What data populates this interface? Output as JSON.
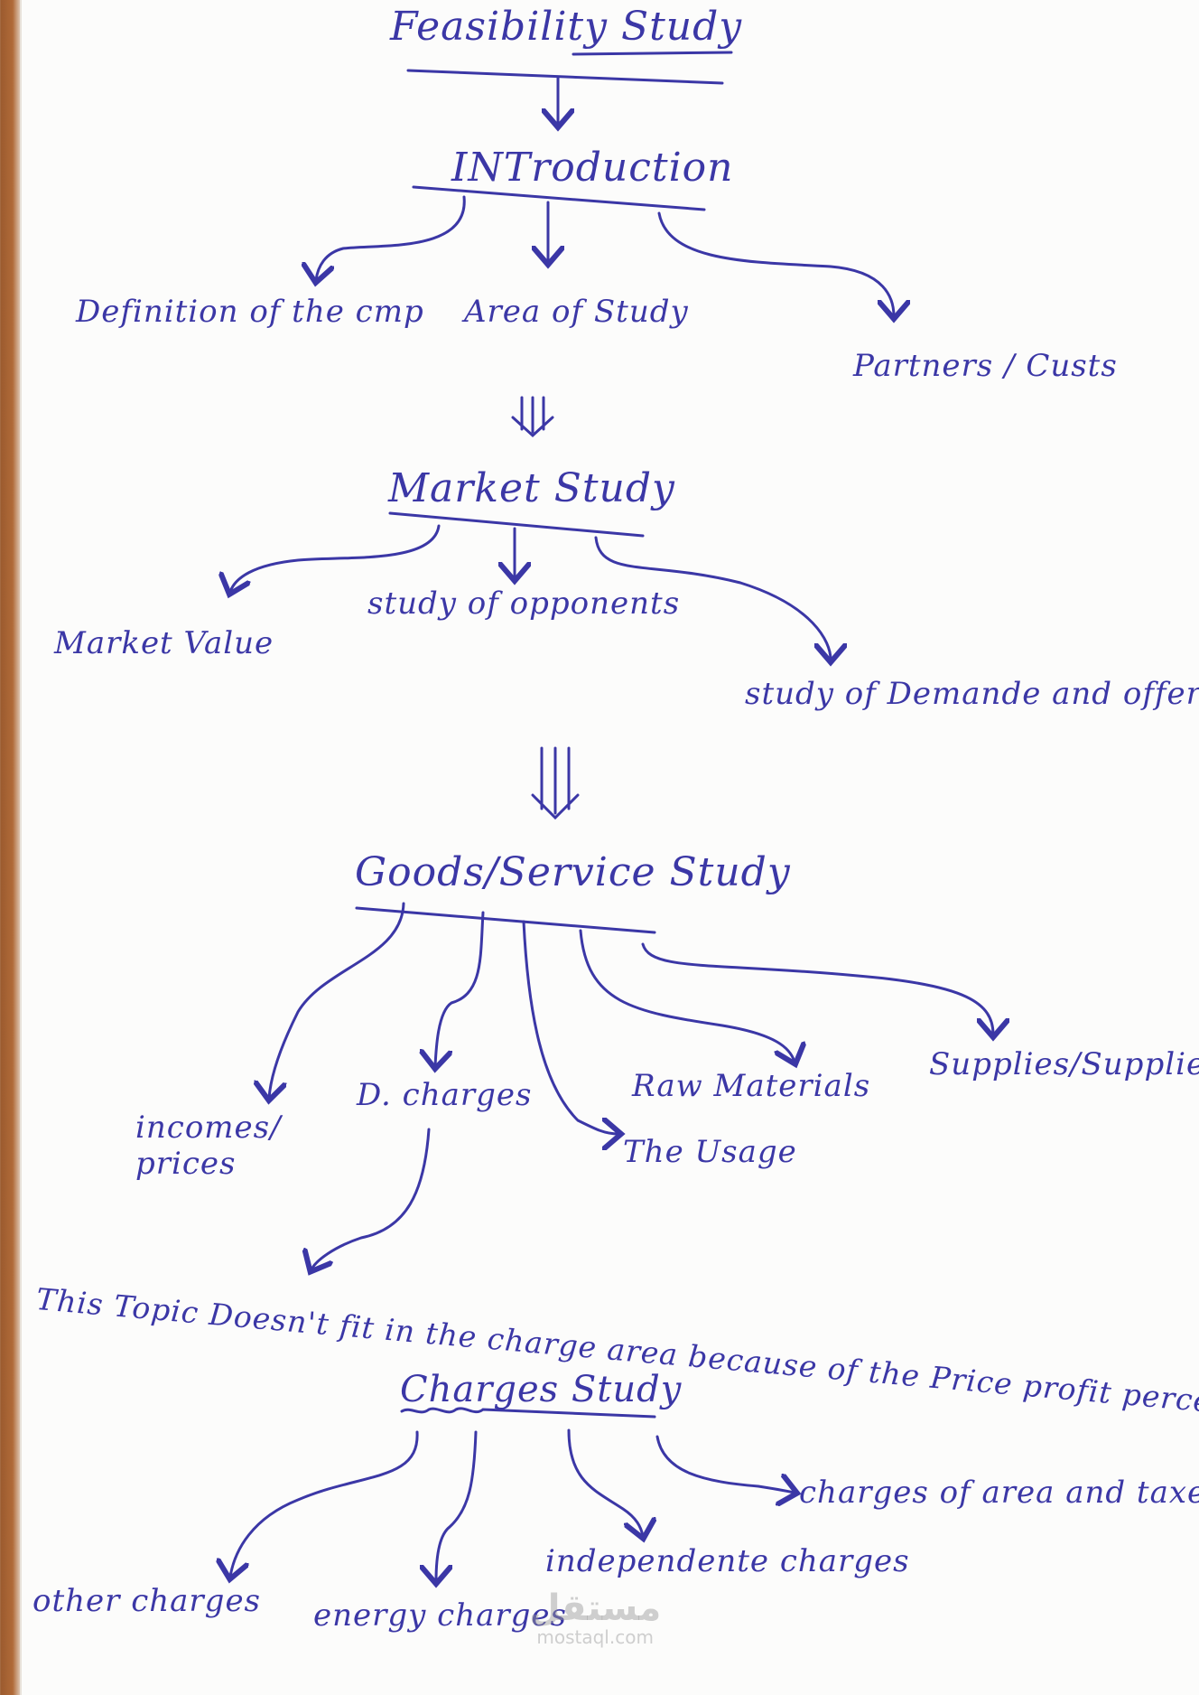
{
  "title": "Feasibility Study",
  "introduction": {
    "label": "INTroduction",
    "children": [
      "Definition of the cmp",
      "Area of Study",
      "Partners / Custs"
    ]
  },
  "market_study": {
    "label": "Market Study",
    "children": [
      "Market Value",
      "study of opponents",
      "study of Demande and offer"
    ]
  },
  "goods_service_study": {
    "label": "Goods/Service Study",
    "children": [
      "incomes/ prices",
      "D. charges",
      "The Usage",
      "Raw Materials",
      "Supplies/Supplier"
    ],
    "note": "This Topic Doesn't fit in the charge area because of the Price profit percentage"
  },
  "charges_study": {
    "label": "Charges Study",
    "children": [
      "other charges",
      "energy charges",
      "independente charges",
      "charges of area and taxes"
    ]
  },
  "watermark": {
    "arabic": "مستقل",
    "latin": "mostaql.com"
  },
  "colors": {
    "ink": "#3b37a6",
    "paper": "#fcfcfb"
  }
}
